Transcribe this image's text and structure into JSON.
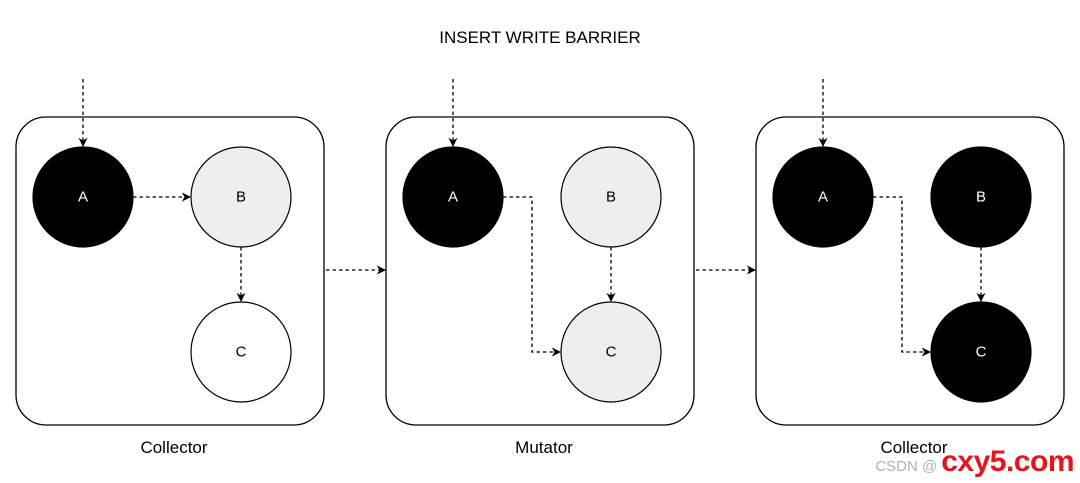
{
  "title": "INSERT WRITE BARRIER",
  "colors": {
    "black": "#000000",
    "grey": "#eeeeee",
    "white": "#ffffff"
  },
  "panels": [
    {
      "caption": "Collector",
      "nodes": [
        {
          "id": "A",
          "label": "A",
          "color": "black"
        },
        {
          "id": "B",
          "label": "B",
          "color": "grey"
        },
        {
          "id": "C",
          "label": "C",
          "color": "white"
        }
      ],
      "edges": [
        [
          "root",
          "A"
        ],
        [
          "A",
          "B"
        ],
        [
          "B",
          "C"
        ]
      ]
    },
    {
      "caption": "Mutator",
      "nodes": [
        {
          "id": "A",
          "label": "A",
          "color": "black"
        },
        {
          "id": "B",
          "label": "B",
          "color": "grey"
        },
        {
          "id": "C",
          "label": "C",
          "color": "grey"
        }
      ],
      "edges": [
        [
          "root",
          "A"
        ],
        [
          "A",
          "C"
        ],
        [
          "B",
          "C"
        ]
      ]
    },
    {
      "caption": "Collector",
      "nodes": [
        {
          "id": "A",
          "label": "A",
          "color": "black"
        },
        {
          "id": "B",
          "label": "B",
          "color": "black"
        },
        {
          "id": "C",
          "label": "C",
          "color": "black"
        }
      ],
      "edges": [
        [
          "root",
          "A"
        ],
        [
          "A",
          "C"
        ],
        [
          "B",
          "C"
        ]
      ]
    }
  ],
  "transitions": [
    [
      0,
      1
    ],
    [
      1,
      2
    ]
  ],
  "watermark": {
    "csdn": "CSDN @",
    "site": "cxy5.com"
  }
}
